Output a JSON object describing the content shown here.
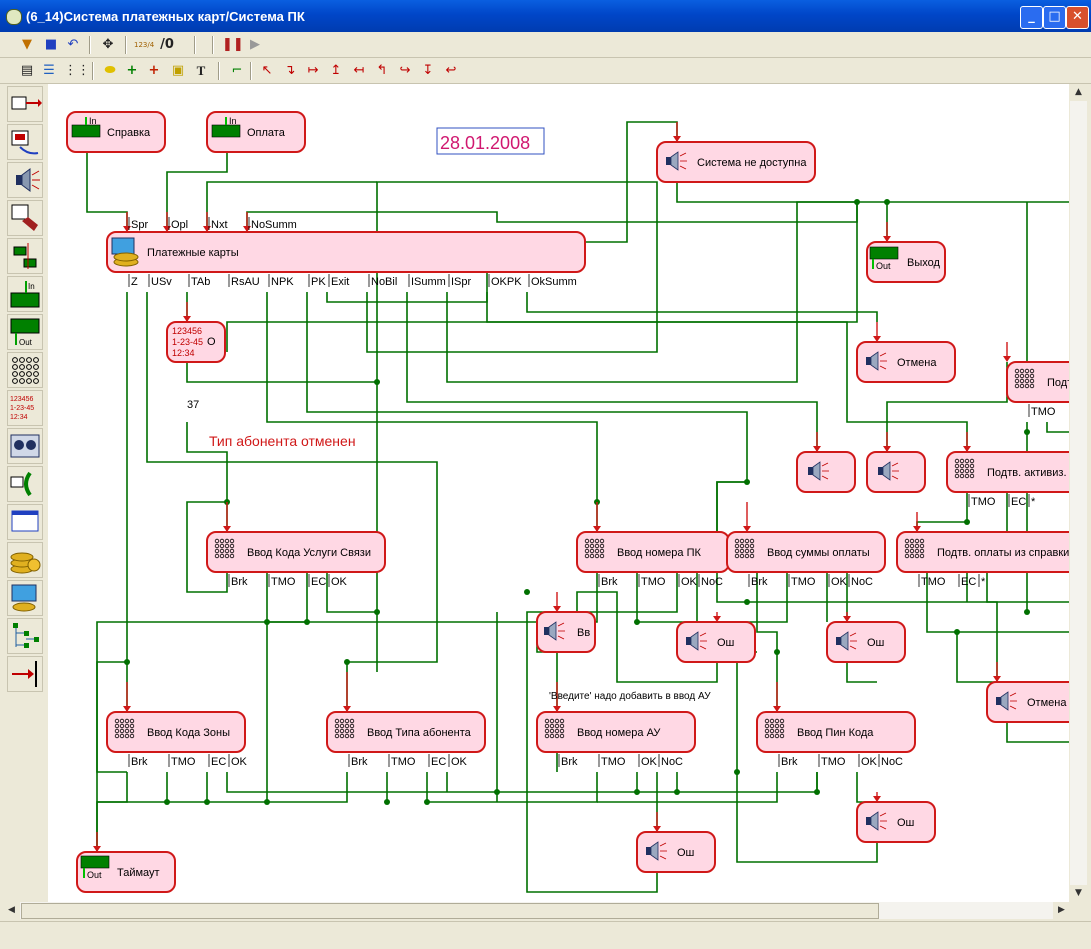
{
  "window": {
    "title": "(6_14)Система платежных карт/Система ПК",
    "min": "_",
    "max": "□",
    "close": "✕"
  },
  "toolbar_top": [
    "open",
    "save",
    "undo",
    "move",
    "counter",
    "zero",
    "pause",
    "play"
  ],
  "toolbar_top_labels": {
    "zero": "/0",
    "counter": "123/4"
  },
  "toolbar_shapes": [
    "layers",
    "lines",
    "grid",
    "ellipse",
    "plus-green",
    "plus-red",
    "ellipse-box",
    "text"
  ],
  "toolbar_shapes_labels": {
    "text": "T"
  },
  "colors": {
    "accent": "#0046c8",
    "node_fill": "#ffd8e4",
    "node_border": "#d01818",
    "wire": "#007000",
    "date": "#d01870"
  },
  "left_tools": [
    "entry",
    "record",
    "speaker",
    "hand",
    "io",
    "in",
    "out",
    "keypad",
    "numbers",
    "tape",
    "phone",
    "display",
    "coins",
    "card",
    "tree",
    "exit"
  ],
  "left_tool_labels": {
    "numbers": [
      "123456",
      "1-23-45",
      "12:34"
    ],
    "in": "In",
    "out": "Out"
  },
  "diagram": {
    "date": "28.01.2008",
    "red_note": "Тип абонента отменен",
    "num_37": "37",
    "vvedite": "'Введите' надо добавить в ввод АУ",
    "nodes": {
      "spravka": "Справка",
      "oplata": "Оплата",
      "sys_nedost": "Система не доступна",
      "vyhod": "Выход",
      "plat_karty": "Платежные карты",
      "counter": "О",
      "counter_lines": [
        "123456",
        "1-23-45",
        "12:34"
      ],
      "otmena1": "Отмена",
      "podtv": "Подт",
      "podtv_aktiv": "Подтв. активиз.",
      "vvod_koda_uslugi": "Ввод Кода Услуги Связи",
      "vvod_nomera_pk": "Ввод номера ПК",
      "vvod_summy": "Ввод суммы оплаты",
      "podtv_oplaty": "Подтв. оплаты из справки",
      "vv": "Вв",
      "osh1": "Ош",
      "osh2": "Ош",
      "otmena2": "Отмена",
      "vvod_koda_zony": "Ввод Кода Зоны",
      "vvod_tipa": "Ввод Типа абонента",
      "vvod_nomera_au": "Ввод номера АУ",
      "vvod_pin": "Ввод Пин Кода",
      "osh3": "Ош",
      "osh4": "Ош",
      "taimaut": "Таймаут",
      "in_lbl": "In",
      "out_lbl": "Out"
    },
    "ports_in": [
      "Spr",
      "Opl",
      "Nxt",
      "NoSumm"
    ],
    "ports_out": [
      "Z",
      "USv",
      "TAb",
      "RsAU",
      "NPK",
      "PK",
      "Exit",
      "NoBil",
      "ISumm",
      "ISpr",
      "OKPK",
      "OkSumm"
    ],
    "port_tmo": "TMO",
    "port_brk": "Brk",
    "port_ec": "EC",
    "port_ok": "OK",
    "port_noc": "NoC",
    "port_star": "*"
  }
}
